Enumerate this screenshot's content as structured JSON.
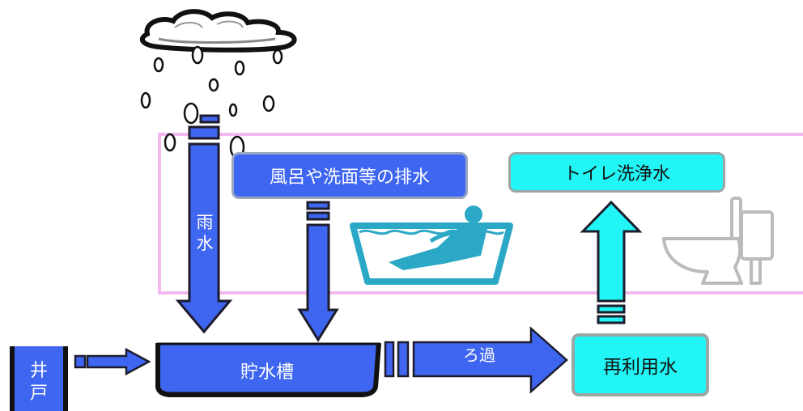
{
  "labels": {
    "rain": [
      "雨",
      "水"
    ],
    "bath_drain": "風呂や洗面等の排水",
    "toilet_flush": "トイレ洗浄水",
    "storage_tank": "貯水槽",
    "filtration": "ろ過",
    "reuse_water": "再利用水",
    "well": [
      "井",
      "戸"
    ]
  },
  "colors": {
    "flow_blue": "#3f66f0",
    "reuse_cyan": "#22f5f5",
    "indoor_frame": "#f3b9f0",
    "bath_teal": "#2aa8c6",
    "outline_dark": "#1c1c2e"
  },
  "icons": [
    "rain-cloud-icon",
    "bathtub-person-icon",
    "toilet-icon"
  ]
}
